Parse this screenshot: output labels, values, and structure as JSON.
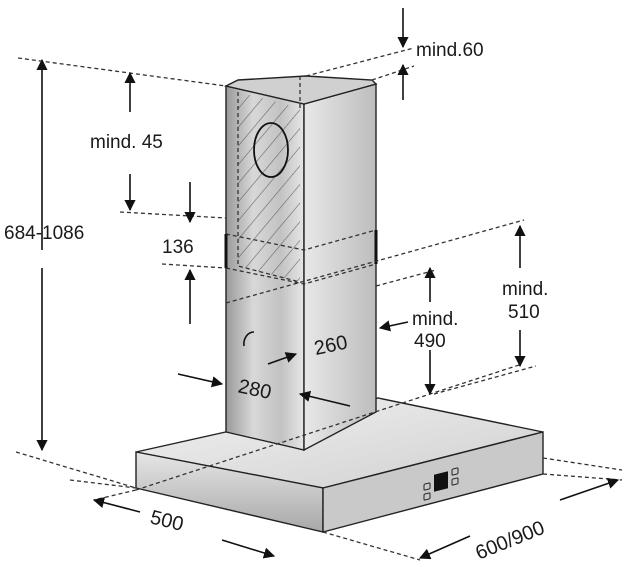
{
  "dimensions": {
    "top_clearance": "mind.60",
    "total_height": "684-1086",
    "upper_min": "mind. 45",
    "overlap": "136",
    "chimney_depth": "260",
    "chimney_width": "280",
    "min_490_line1": "mind.",
    "min_490_line2": "490",
    "min_510_line1": "mind.",
    "min_510_line2": "510",
    "hood_depth": "500",
    "hood_width": "600/900"
  }
}
